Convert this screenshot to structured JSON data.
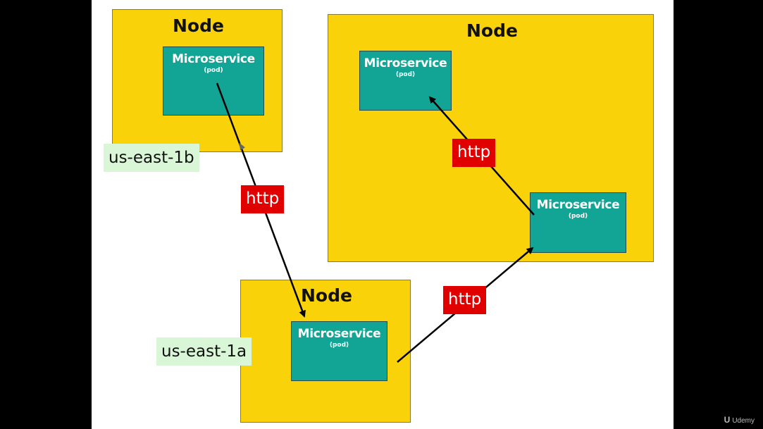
{
  "nodes": [
    {
      "title": "Node"
    },
    {
      "title": "Node"
    },
    {
      "title": "Node"
    }
  ],
  "microservices": [
    {
      "title": "Microservice",
      "sub": "(pod)"
    },
    {
      "title": "Microservice",
      "sub": "(pod)"
    },
    {
      "title": "Microservice",
      "sub": "(pod)"
    },
    {
      "title": "Microservice",
      "sub": "(pod)"
    }
  ],
  "zones": {
    "east_1b": "us-east-1b",
    "east_1a": "us-east-1a"
  },
  "http_labels": [
    "http",
    "http",
    "http"
  ],
  "watermark": {
    "logo": "U",
    "text": "Udemy"
  },
  "colors": {
    "node": "#f9d20a",
    "microservice": "#12a595",
    "http": "#e00000",
    "zone": "#d9f7d6"
  },
  "icons": [
    "cursor-icon",
    "udemy-logo-icon"
  ]
}
